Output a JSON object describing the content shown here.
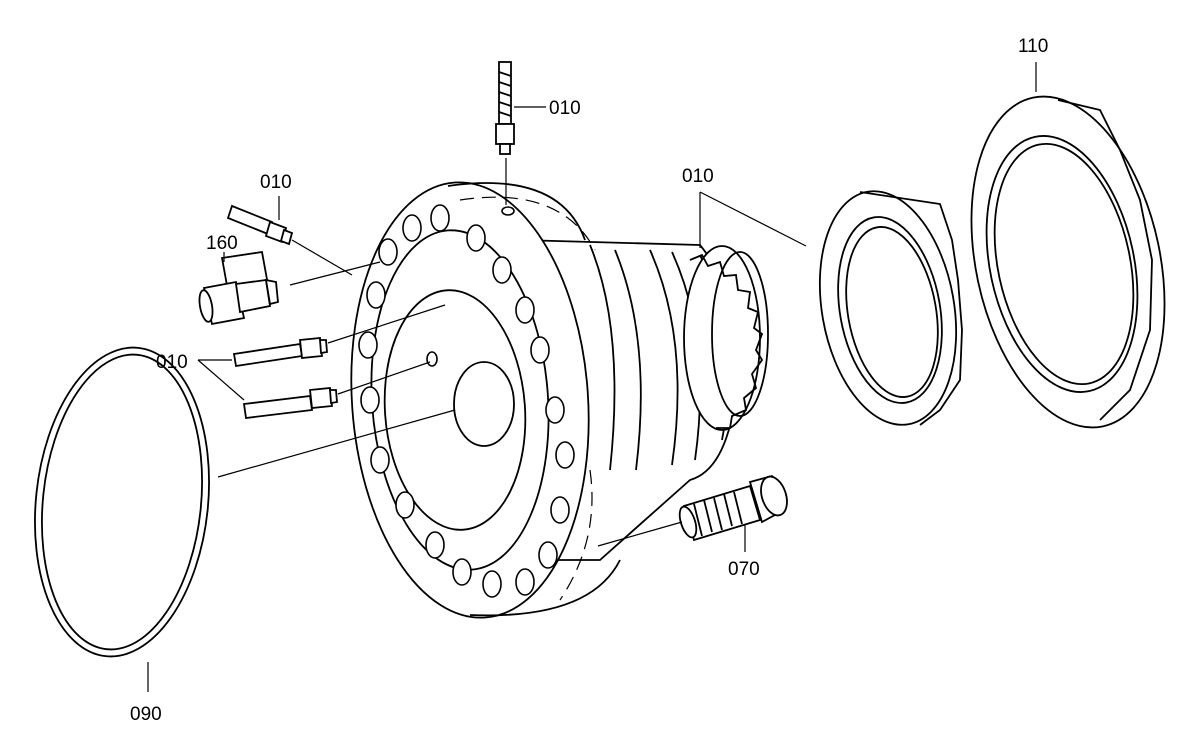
{
  "labels": {
    "l110": "110",
    "l010_top": "010",
    "l010_left_top": "010",
    "l160": "160",
    "l010_left_mid": "010",
    "l010_right": "010",
    "l070": "070",
    "l090": "090"
  }
}
